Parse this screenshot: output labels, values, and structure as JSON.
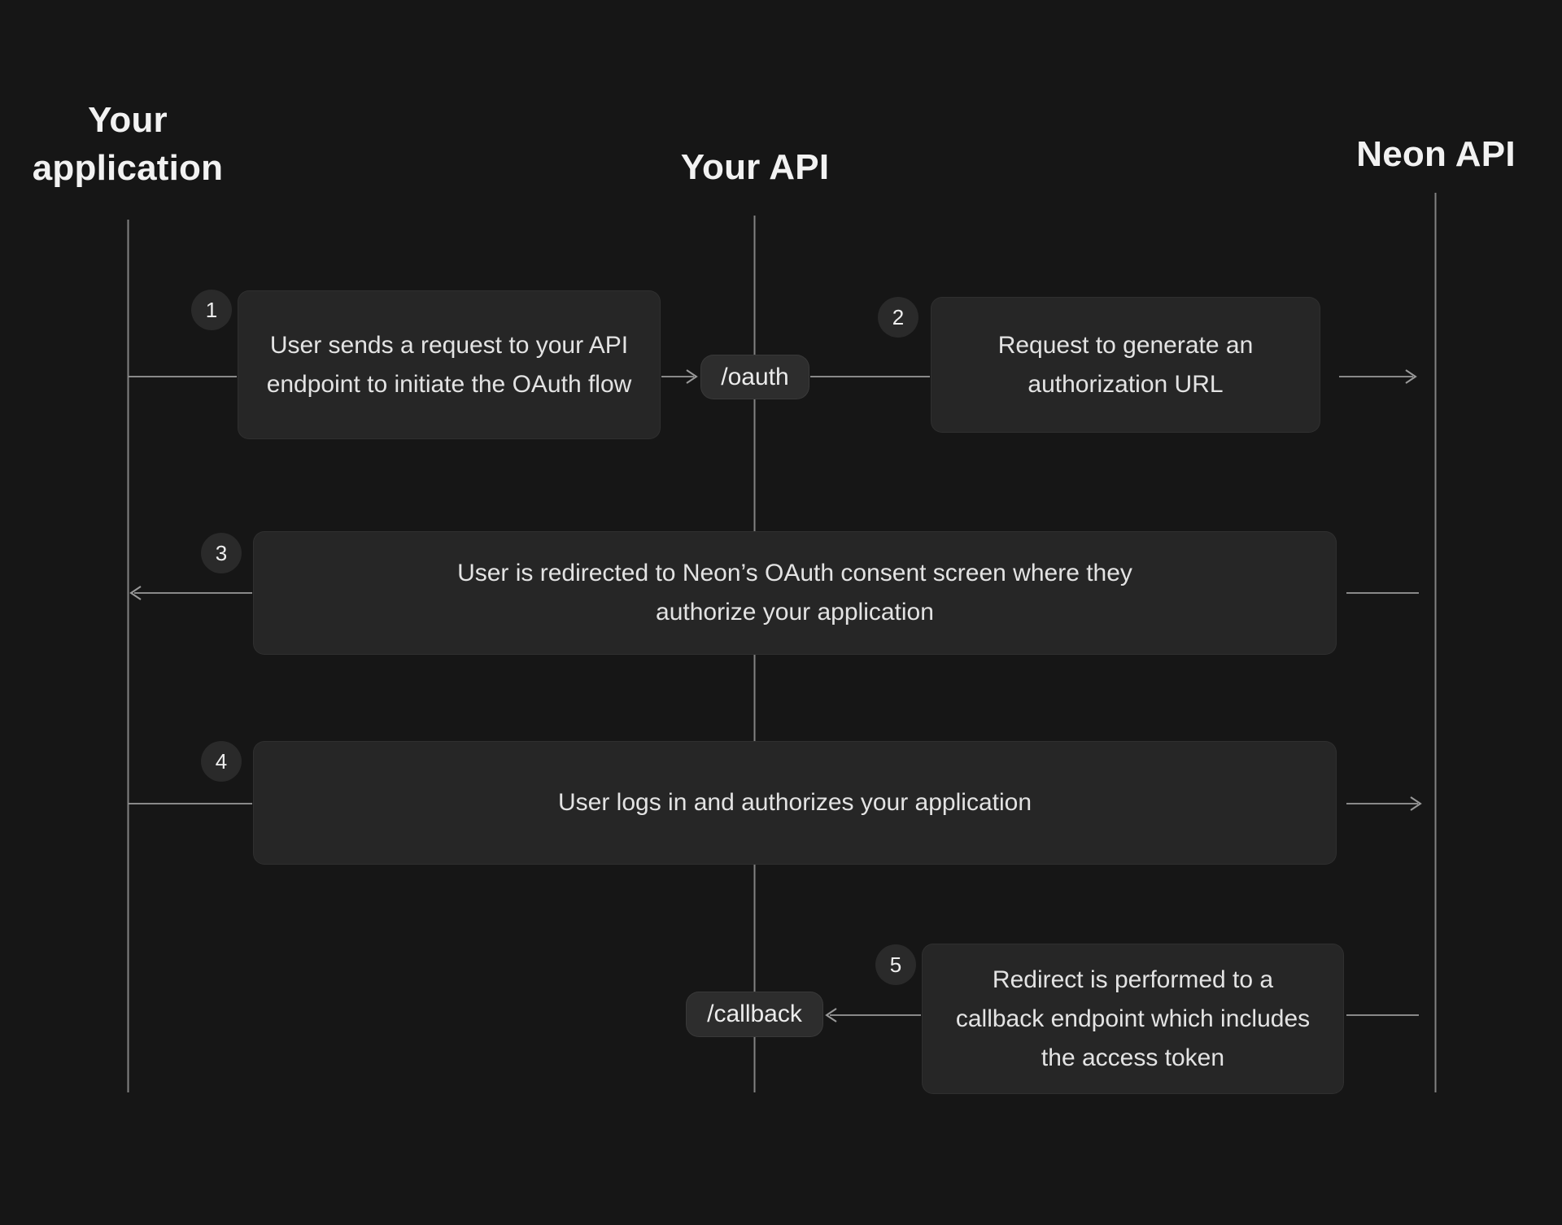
{
  "diagram": {
    "title_hint": "OAuth flow sequence diagram",
    "actors": [
      {
        "id": "your-application",
        "label": "Your application"
      },
      {
        "id": "your-api",
        "label": "Your API"
      },
      {
        "id": "neon-api",
        "label": "Neon API"
      }
    ],
    "endpoints": [
      {
        "id": "oauth",
        "label": "/oauth"
      },
      {
        "id": "callback",
        "label": "/callback"
      }
    ],
    "steps": [
      {
        "number": "1",
        "text": "User sends a request to your API endpoint to initiate the OAuth flow"
      },
      {
        "number": "2",
        "text": "Request to generate an authorization URL"
      },
      {
        "number": "3",
        "text": "User is redirected to Neon’s OAuth consent screen where they authorize your application"
      },
      {
        "number": "4",
        "text": "User logs in and authorizes your application"
      },
      {
        "number": "5",
        "text": "Redirect is performed to a callback endpoint which includes the access token"
      }
    ],
    "colors": {
      "background": "#161616",
      "box_fill": "#262626",
      "pill_fill": "#2d2d2d",
      "badge_fill": "#2a2a2a",
      "lifeline": "#828282",
      "message_line": "#9a9a9a",
      "text": "#e3e3e3",
      "heading_text": "#f2f2f2"
    }
  }
}
